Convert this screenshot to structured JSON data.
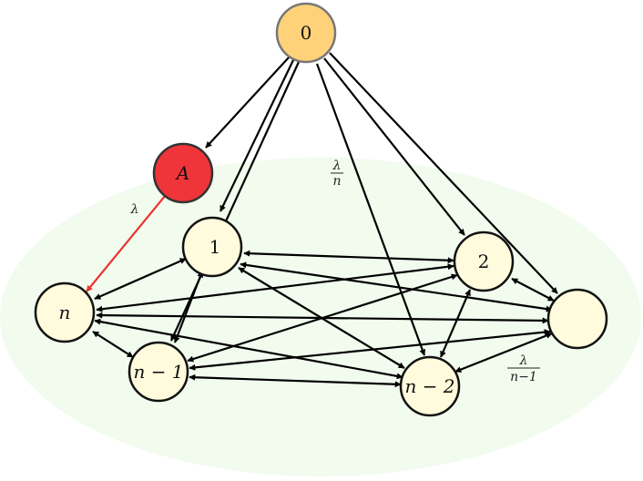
{
  "colors": {
    "background_region": "#f1fbee",
    "source_node": "#ffd27a",
    "attacker_node": "#f0353a",
    "clique_node": "#fffbdc",
    "edge": "#000000",
    "attack_edge": "#ee3333"
  },
  "nodes": {
    "source": {
      "label": "0"
    },
    "attacker": {
      "label": "A"
    },
    "n": {
      "label": "n"
    },
    "one": {
      "label": "1"
    },
    "two": {
      "label": "2"
    },
    "n_minus_1": {
      "label": "n − 1"
    },
    "n_minus_2": {
      "label": "n − 2"
    },
    "unlabeled": {
      "label": ""
    }
  },
  "edge_labels": {
    "attack_rate": "λ",
    "source_rate_num": "λ",
    "source_rate_den": "n",
    "peer_rate_num": "λ",
    "peer_rate_den": "n−1"
  }
}
